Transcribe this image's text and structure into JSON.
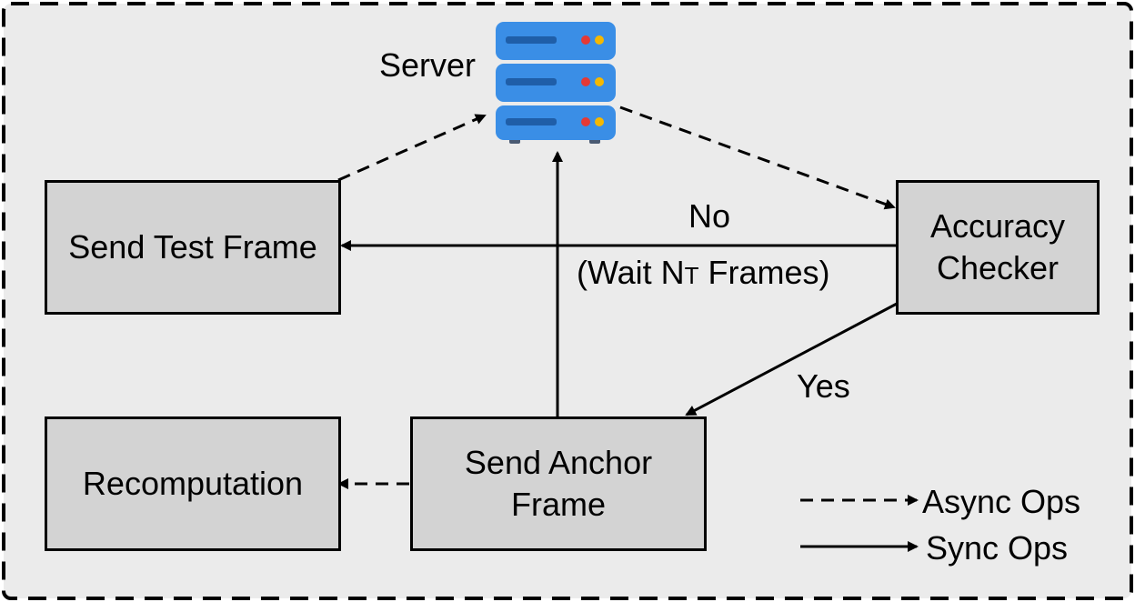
{
  "server": {
    "label": "Server",
    "icon": "server-icon"
  },
  "boxes": {
    "send_test_frame": "Send Test Frame",
    "accuracy_checker": [
      "Accuracy",
      "Checker"
    ],
    "recomputation": "Recomputation",
    "send_anchor_frame": [
      "Send Anchor",
      "Frame"
    ]
  },
  "edges": {
    "no_label": "No",
    "wait_prefix": "(Wait N",
    "wait_sub": "T",
    "wait_suffix": " Frames)",
    "yes_label": "Yes"
  },
  "legend": {
    "async": "Async Ops",
    "sync": "Sync Ops"
  },
  "colors": {
    "background": "#ebebeb",
    "box_fill": "#d3d3d3",
    "server_blue": "#3a8ee6",
    "led_red": "#e53935",
    "led_yellow": "#f5b800"
  }
}
